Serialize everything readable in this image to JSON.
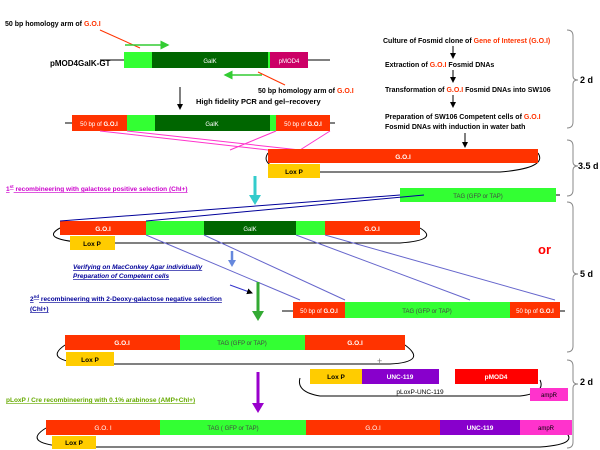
{
  "labels": {
    "homology_top": "50 bp homology arm  of ",
    "homology_top_goi": "G.O.I",
    "homology_bottom": "50 bp homology arm  of ",
    "homology_bottom_goi": "G.O.I",
    "construct_name": "pMOD4GalK-GT",
    "galk": "GalK",
    "pmod4": "pMOD4",
    "pcr_step": "High fidelity PCR and gel–recovery",
    "fifty_bp_of": "50 bp of ",
    "goi": "G.O.I",
    "goi_spaced": "G.O. I",
    "lox_p": "Lox P",
    "tag": "TAG (GFP or TAP)",
    "tag_spaced": "TAG ( GFP or TAP)",
    "unc119": "UNC-119",
    "ampr": "ampR",
    "ploxp_plasmid": "pLoxP-UNC-119",
    "or": "or"
  },
  "protocol": {
    "step1_a": "Culture of Fosmid clone of ",
    "step1_b": "Gene of Interest (G.O.I)",
    "step2_a": "Extraction of ",
    "step2_b": "G.O.I",
    "step2_c": " Fosmid  DNAs",
    "step3_a": "Transformation of ",
    "step3_b": "G.O.I",
    "step3_c": " Fosmid DNAs into SW106",
    "step4_a": "Preparation of  SW106 Competent  cells of ",
    "step4_b": "G.O.I",
    "step4_c": "Fosmid DNAs with  induction in water bath"
  },
  "steps": {
    "rec1_sup": "st",
    "rec1": " recombineering with galactose  positive selection (Chl+)",
    "verify_1": "Verifying on MacConkey Agar individually",
    "verify_2": "Preparation of Competent cells",
    "rec2_sup": "nd",
    "rec2": " recombineering with 2-Deoxy-galactose negative selection",
    "rec2_b": "(Chl+)",
    "cre": "pLoxP / Cre recombineering with 0.1% arabinose (AMP+Chl+)"
  },
  "timeline": [
    "2 d",
    "3.5 d",
    "5 d",
    "2 d"
  ],
  "colors": {
    "red": "#ff3300",
    "green": "#33ff33",
    "dark_green": "#006600",
    "magenta": "#cc0066",
    "yellow": "#ffcc00",
    "purple": "#8800cc",
    "pink": "#ff33cc",
    "goi_text": "#ff3300",
    "step_magenta": "#cc00cc",
    "step_blue": "#000099",
    "step_green": "#66aa00",
    "or_red": "#ff0000"
  }
}
